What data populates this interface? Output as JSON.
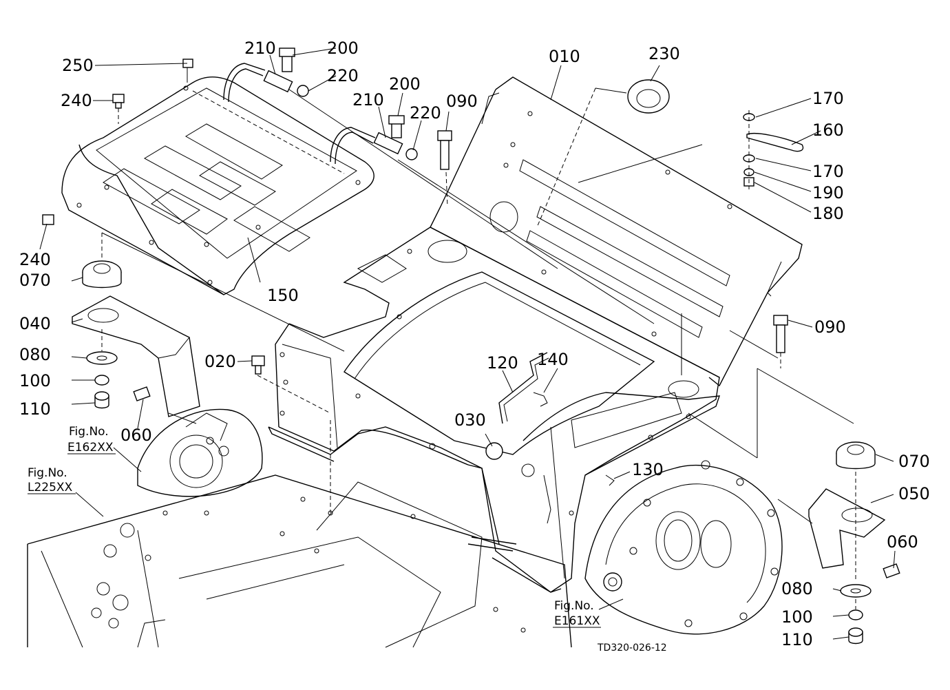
{
  "drawing_code": "TD320-026-12",
  "labels": {
    "p010": "010",
    "p020": "020",
    "p030": "030",
    "p040": "040",
    "p050": "050",
    "p060a": "060",
    "p060b": "060",
    "p070a": "070",
    "p070b": "070",
    "p080a": "080",
    "p080b": "080",
    "p090a": "090",
    "p090b": "090",
    "p100a": "100",
    "p100b": "100",
    "p110a": "110",
    "p110b": "110",
    "p120": "120",
    "p130": "130",
    "p140": "140",
    "p150": "150",
    "p160": "160",
    "p170a": "170",
    "p170b": "170",
    "p180": "180",
    "p190": "190",
    "p200a": "200",
    "p200b": "200",
    "p210a": "210",
    "p210b": "210",
    "p220a": "220",
    "p220b": "220",
    "p230": "230",
    "p240a": "240",
    "p240b": "240",
    "p250": "250"
  },
  "figure_refs": {
    "e162": {
      "line1": "Fig.No.",
      "line2": "E162XX"
    },
    "l225": {
      "line1": "Fig.No.",
      "line2": "L225XX"
    },
    "e161": {
      "line1": "Fig.No.",
      "line2": "E161XX"
    }
  }
}
